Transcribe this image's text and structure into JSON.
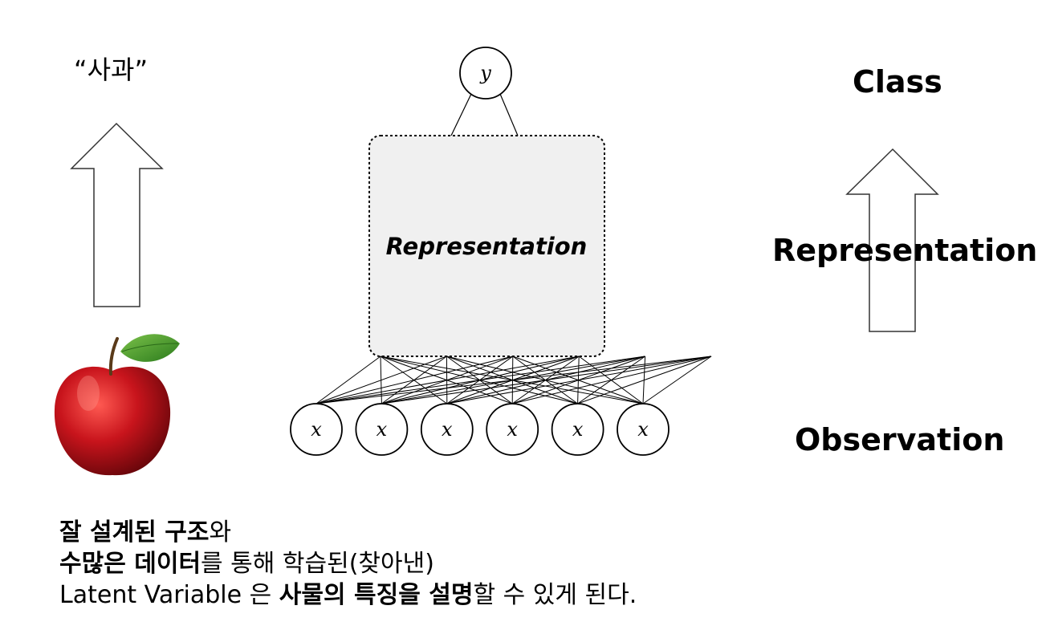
{
  "left": {
    "label": "“사과”"
  },
  "center": {
    "output_node": "y",
    "box_label": "Representation",
    "input_node": "x",
    "input_count": 6
  },
  "right": {
    "top": "Class",
    "middle": "Representation",
    "bottom": "Observation"
  },
  "caption": {
    "line1": [
      {
        "text": "잘 설계된 구조",
        "bold": true
      },
      {
        "text": "와",
        "bold": false
      }
    ],
    "line2": [
      {
        "text": "수많은 데이터",
        "bold": true
      },
      {
        "text": "를 통해 학습된(찾아낸)",
        "bold": false
      }
    ],
    "line3": [
      {
        "text": "Latent Variable 은 ",
        "bold": false
      },
      {
        "text": "사물의 특징을 설명",
        "bold": true
      },
      {
        "text": "할 수 있게 된다.",
        "bold": false
      }
    ]
  },
  "colors": {
    "box_fill": "#f0f0f0",
    "apple_red": "#c0141c",
    "leaf_green": "#3e9a2a"
  }
}
